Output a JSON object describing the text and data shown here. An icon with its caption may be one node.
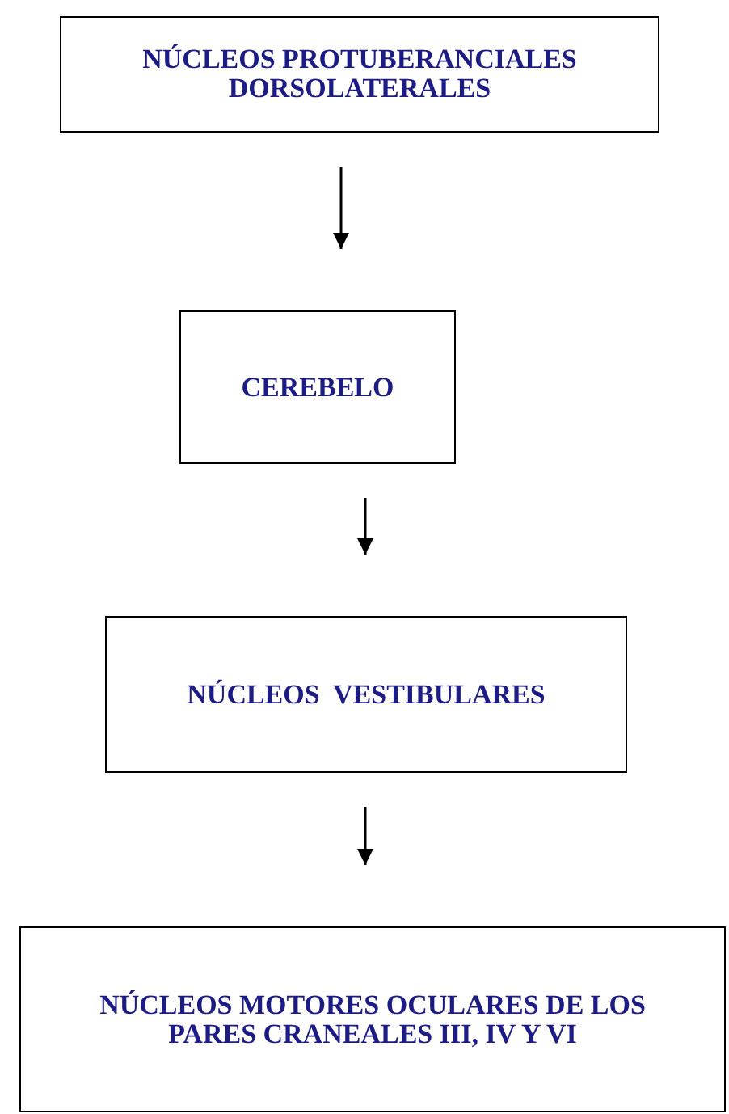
{
  "diagram": {
    "nodes": [
      {
        "text": [
          "NÚCLEOS PROTUBERANCIALES DORSOLATERALES"
        ]
      },
      {
        "text": [
          "CEREBELO"
        ]
      },
      {
        "text": [
          "NÚCLEOS  VESTIBULARES"
        ]
      },
      {
        "text": [
          "NÚCLEOS MOTORES OCULARES DE LOS PARES CRANEALES III, IV Y VI"
        ]
      }
    ],
    "edges": [
      {
        "from": 0,
        "to": 1,
        "arrow": "to"
      },
      {
        "from": 1,
        "to": 2,
        "arrow": "to"
      },
      {
        "from": 2,
        "to": 3,
        "arrow": "to"
      }
    ]
  }
}
